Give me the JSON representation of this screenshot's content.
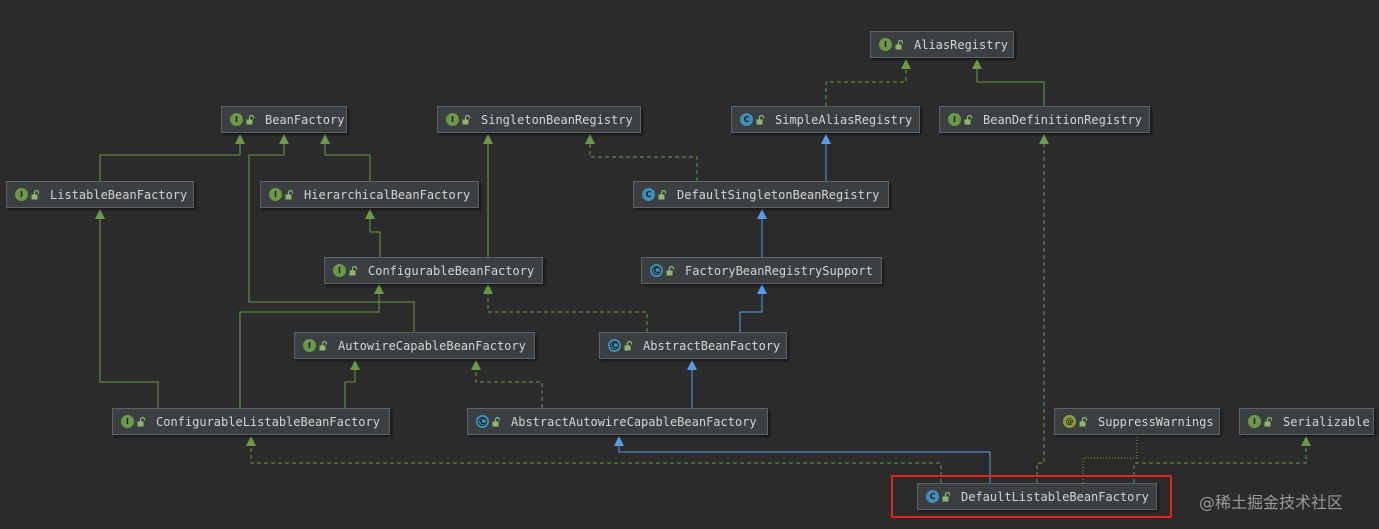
{
  "nodes": {
    "alias_registry": {
      "label": "AliasRegistry",
      "kind": "I"
    },
    "bean_factory": {
      "label": "BeanFactory",
      "kind": "I"
    },
    "singleton_bean_registry": {
      "label": "SingletonBeanRegistry",
      "kind": "I"
    },
    "simple_alias_registry": {
      "label": "SimpleAliasRegistry",
      "kind": "C"
    },
    "bean_definition_registry": {
      "label": "BeanDefinitionRegistry",
      "kind": "I"
    },
    "listable_bean_factory": {
      "label": "ListableBeanFactory",
      "kind": "I"
    },
    "hierarchical_bean_factory": {
      "label": "HierarchicalBeanFactory",
      "kind": "I"
    },
    "default_singleton_bean_registry": {
      "label": "DefaultSingletonBeanRegistry",
      "kind": "C"
    },
    "configurable_bean_factory": {
      "label": "ConfigurableBeanFactory",
      "kind": "I"
    },
    "factory_bean_registry_support": {
      "label": "FactoryBeanRegistrySupport",
      "kind": "C"
    },
    "autowire_capable_bean_factory": {
      "label": "AutowireCapableBeanFactory",
      "kind": "I"
    },
    "abstract_bean_factory": {
      "label": "AbstractBeanFactory",
      "kind": "C"
    },
    "configurable_listable_bean_factory": {
      "label": "ConfigurableListableBeanFactory",
      "kind": "I"
    },
    "abstract_autowire_capable_bean_factory": {
      "label": "AbstractAutowireCapableBeanFactory",
      "kind": "C"
    },
    "suppress_warnings": {
      "label": "SuppressWarnings",
      "kind": "@"
    },
    "serializable": {
      "label": "Serializable",
      "kind": "I"
    },
    "default_listable_bean_factory": {
      "label": "DefaultListableBeanFactory",
      "kind": "C"
    }
  },
  "watermark": "@稀土掘金技术社区",
  "colors": {
    "background": "#2b2b2b",
    "extends_interface": "#6a9a47",
    "extends_class": "#5a9be8",
    "implements": "#6a9a47",
    "highlight": "#e0251c"
  }
}
